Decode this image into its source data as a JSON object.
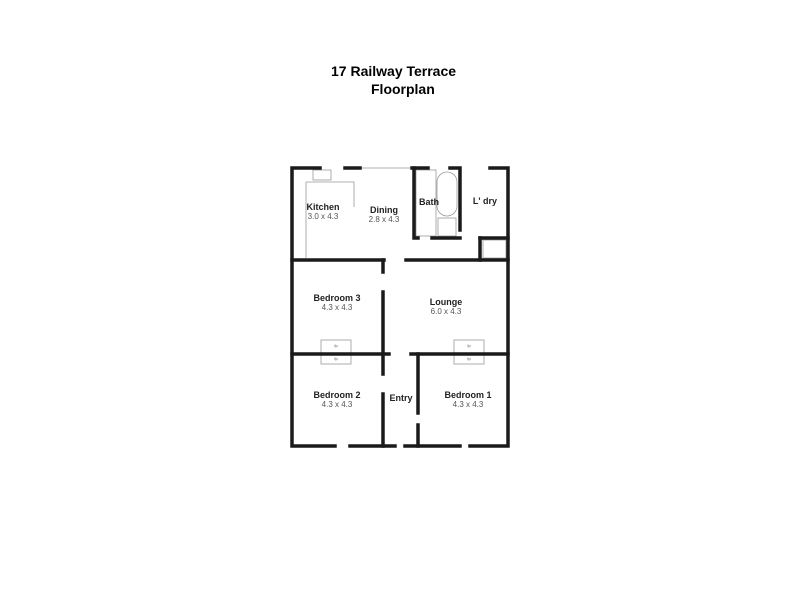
{
  "header": {
    "title": "17 Railway Terrace",
    "subtitle": "Floorplan"
  },
  "rooms": [
    {
      "name": "Kitchen",
      "dims": "3.0 x 4.3"
    },
    {
      "name": "Dining",
      "dims": "2.8 x 4.3"
    },
    {
      "name": "Bath",
      "dims": ""
    },
    {
      "name": "L' dry",
      "dims": ""
    },
    {
      "name": "Bedroom 3",
      "dims": "4.3 x 4.3"
    },
    {
      "name": "Lounge",
      "dims": "6.0 x 4.3"
    },
    {
      "name": "Bedroom 2",
      "dims": "4.3 x 4.3"
    },
    {
      "name": "Entry",
      "dims": ""
    },
    {
      "name": "Bedroom 1",
      "dims": "4.3 x 4.3"
    }
  ],
  "fireplace_label": "fp"
}
